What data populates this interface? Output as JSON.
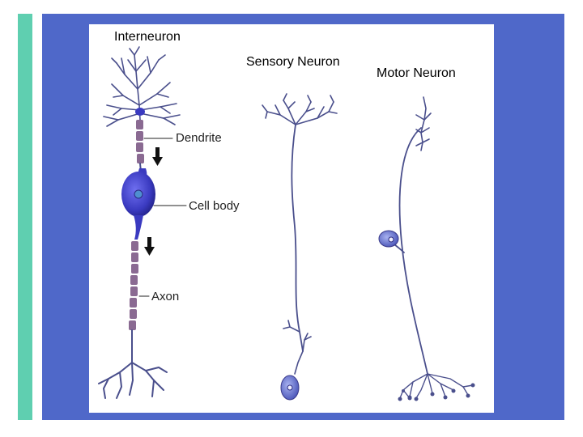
{
  "diagram": {
    "titles": {
      "interneuron": "Interneuron",
      "sensory": "Sensory Neuron",
      "motor": "Motor Neuron"
    },
    "parts": {
      "dendrite": "Dendrite",
      "cell_body": "Cell body",
      "axon": "Axon"
    },
    "colors": {
      "accent_bar": "#5fcfb0",
      "panel": "#4f68c9",
      "neuron_line": "#4a4f8c",
      "myelin": "#8a6a92",
      "cell_body": "#3f3fbf",
      "arrow": "#111111"
    }
  }
}
